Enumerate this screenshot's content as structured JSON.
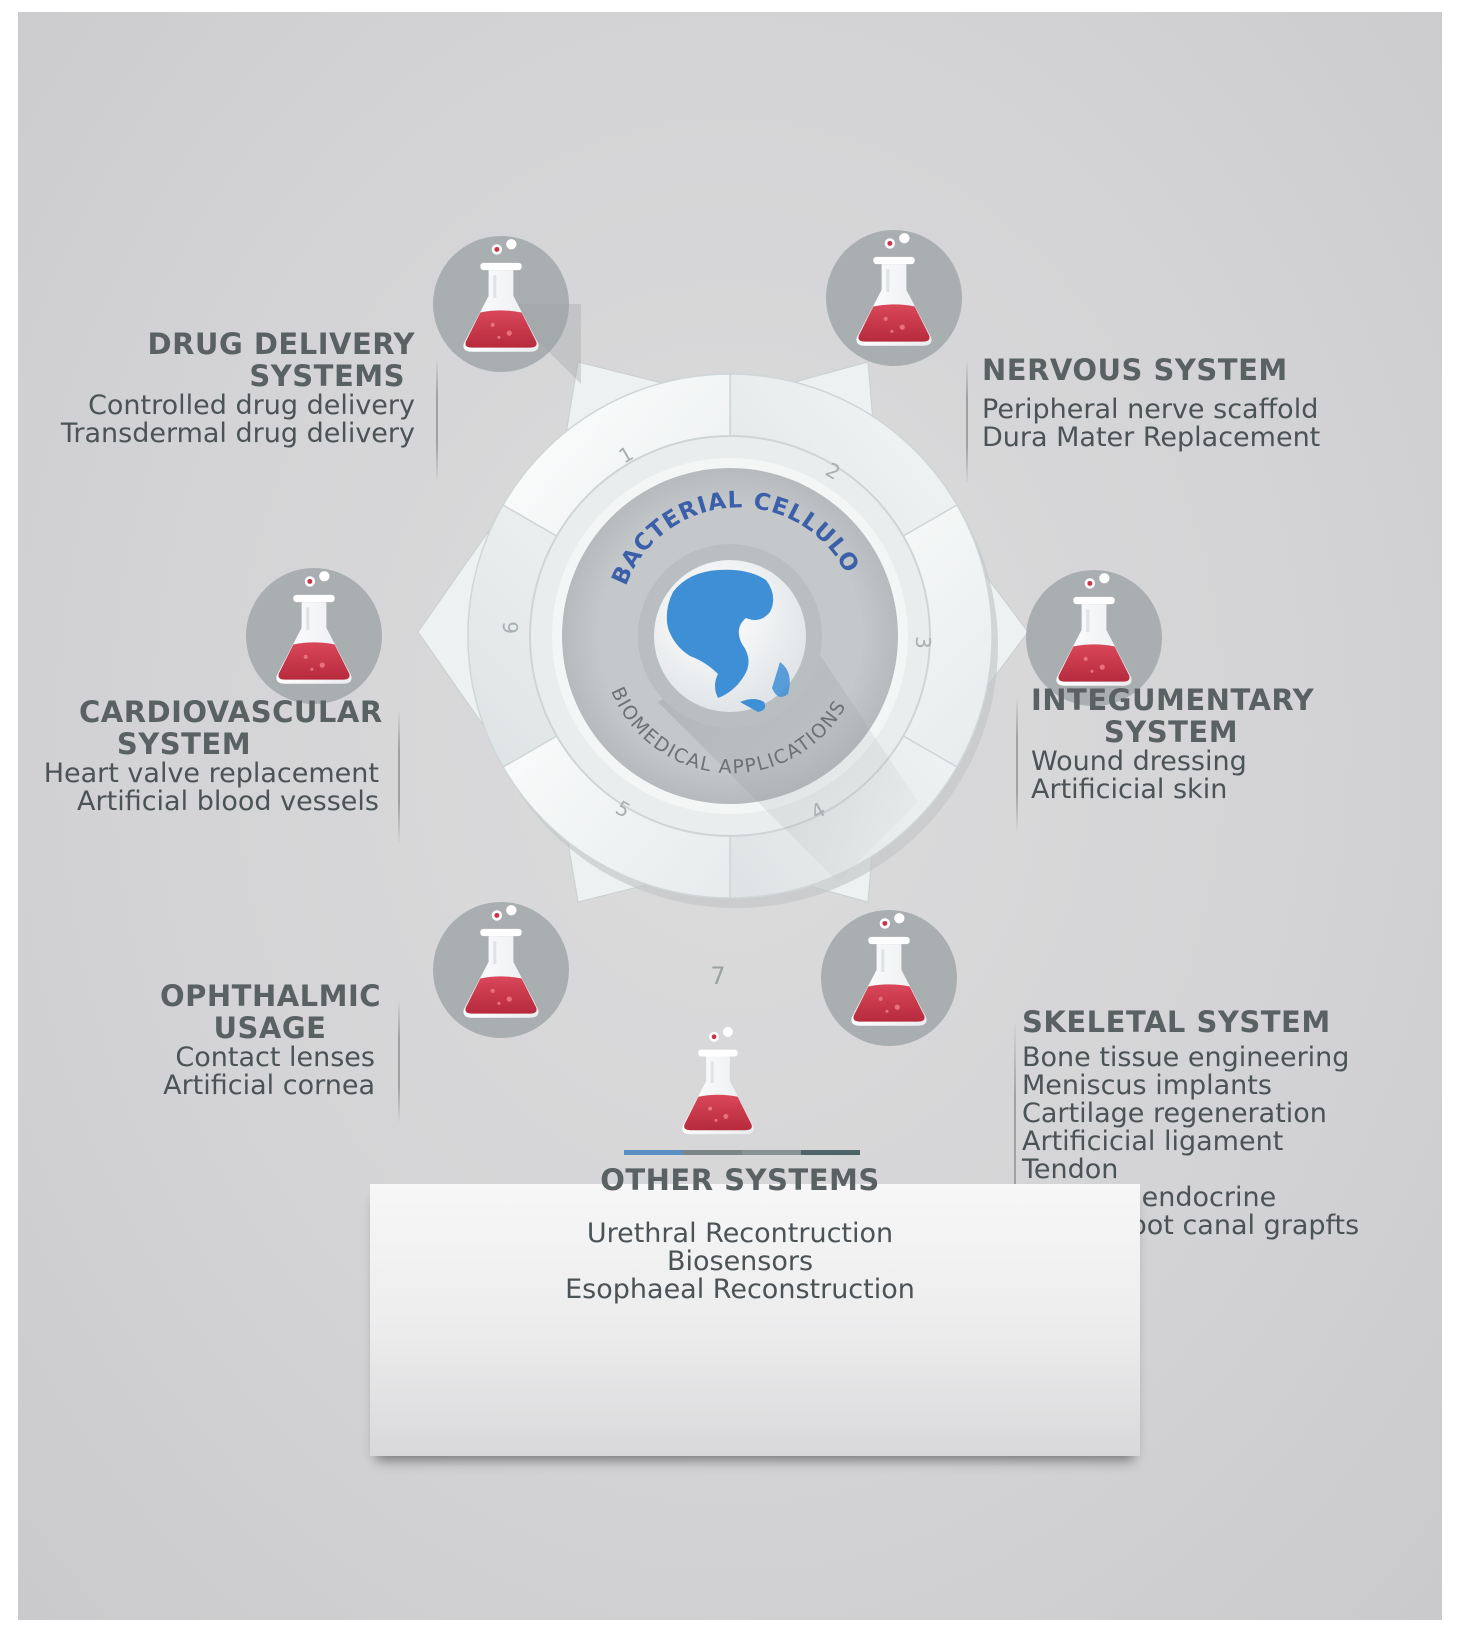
{
  "hub": {
    "arc_top": "BACTERIAL CELLULOSE",
    "arc_bottom": "BIOMEDICAL APPLICATIONS",
    "segment_numbers": [
      "1",
      "2",
      "3",
      "4",
      "5",
      "6"
    ]
  },
  "sections": {
    "drug": {
      "title_lines": [
        "DRUG DELIVERY",
        "SYSTEMS"
      ],
      "items": [
        "Controlled drug delivery",
        "Transdermal drug delivery"
      ]
    },
    "nervous": {
      "title_lines": [
        "NERVOUS SYSTEM"
      ],
      "items": [
        "Peripheral nerve scaffold",
        "Dura Mater Replacement"
      ]
    },
    "cardio": {
      "title_lines": [
        "CARDIOVASCULAR",
        "SYSTEM"
      ],
      "items": [
        "Heart valve replacement",
        "Artificial blood vessels"
      ]
    },
    "integ": {
      "title_lines": [
        "INTEGUMENTARY",
        "SYSTEM"
      ],
      "items": [
        "Wound dressing",
        "Artificicial skin"
      ]
    },
    "ophthalmic": {
      "title_lines": [
        "OPHTHALMIC",
        "USAGE"
      ],
      "items": [
        "Contact lenses",
        "Artificial cornea"
      ]
    },
    "skeletal": {
      "title_lines": [
        "SKELETAL SYSTEM"
      ],
      "items": [
        "Bone tissue engineering",
        "Meniscus implants",
        "Cartilage regeneration",
        "Artificicial ligament",
        "Tendon",
        "Artificial endocrine",
        "Dental root canal grapfts"
      ]
    },
    "other": {
      "number": "7",
      "title_lines": [
        "OTHER SYSTEMS"
      ],
      "items": [
        "Urethral Recontruction",
        "Biosensors",
        "Esophaeal Reconstruction"
      ]
    }
  },
  "colors": {
    "background": "#d3d3d5",
    "title_text": "#5a6163",
    "body_text": "#4c5356",
    "flask_liquid": "#c8344a",
    "icon_circle": "#a9aeb0",
    "globe_ocean": "#ffffff",
    "globe_land": "#3f8fd6",
    "arc_text": "#3b5fa8",
    "bar_blue": "#5b8fc4",
    "bar_grey": "#7e8587",
    "bar_dark": "#4f6466"
  },
  "icons": [
    "flask-icon",
    "globe-icon"
  ]
}
